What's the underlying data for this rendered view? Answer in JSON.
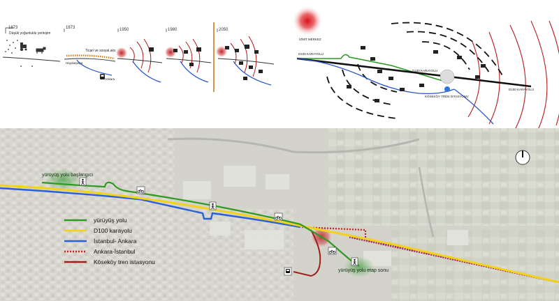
{
  "timeline": {
    "years": [
      "1873",
      "1873",
      "1950",
      "1980",
      "2050"
    ],
    "note_low_density": "Düşük yoğunluklu yerleşim",
    "note_trade_axis": "Ticari ve sosyal aks",
    "city_left": "Haydarpaşa",
    "city_right": "Ankara"
  },
  "concept": {
    "center_label": "İZMİT MERKEZ",
    "road_left": "D100 KARAYOLU",
    "road_mid": "D100 KARAYOLU",
    "road_right": "D100 KARAYOLU",
    "station_label": "KÖSEKÖY TREN İSTASYONU"
  },
  "map": {
    "walk_start_label": "yürüyüş yolu başlangıcı",
    "walk_end_label": "yürüyüş yolu etap sonu",
    "legend": [
      {
        "label": "yürüyüş yolu",
        "color": "#2e9a22",
        "style": "solid"
      },
      {
        "label": "D100 karayolu",
        "color": "#f2d21a",
        "style": "solid"
      },
      {
        "label": "İstanbul- Ankara",
        "color": "#2a5fd8",
        "style": "solid"
      },
      {
        "label": "Ankara-İstanbul",
        "color": "#c0211c",
        "style": "dotted"
      },
      {
        "label": "Köseköy tren istasyonu",
        "color": "#a51c1c",
        "style": "solid"
      }
    ],
    "icons": [
      "pedestrian-icon",
      "bicycle-icon",
      "train-icon",
      "north-arrow-icon"
    ]
  }
}
